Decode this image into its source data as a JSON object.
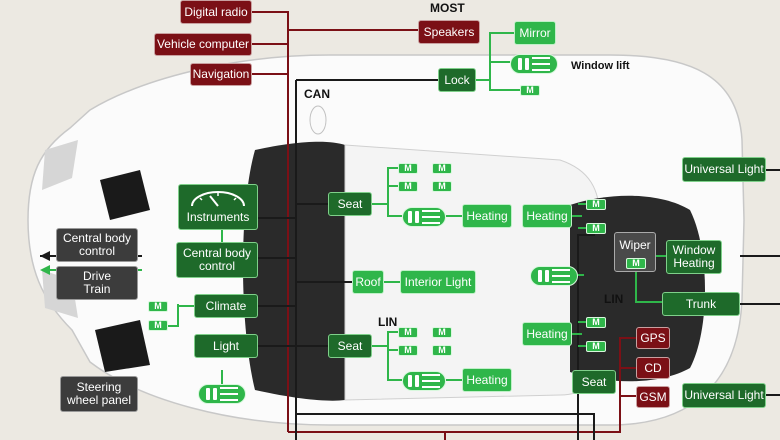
{
  "bus_labels": {
    "most": "MOST",
    "can": "CAN",
    "lin_front": "LIN",
    "lin_rear": "LIN"
  },
  "red_modules": {
    "digital_radio": "Digital radio",
    "vehicle_computer": "Vehicle computer",
    "navigation": "Navigation",
    "speakers": "Speakers",
    "gps": "GPS",
    "cd": "CD",
    "gsm": "GSM"
  },
  "dark_modules": {
    "lock": "Lock",
    "mirror": "Mirror",
    "universal_light_top": "Universal Light",
    "instruments": "Instruments",
    "central_body_control": "Central body\ncontrol",
    "seat_front": "Seat",
    "seat_rear": "Seat",
    "roof": "Roof",
    "seat_bottom": "Seat",
    "window_heating": "Window\nHeating",
    "trunk": "Trunk",
    "universal_light_bottom": "Universal Light",
    "climate": "Climate",
    "light": "Light"
  },
  "light_modules": {
    "heating_front_top": "Heating",
    "interior_light": "Interior Light",
    "heating_front_bottom": "Heating",
    "heating_rear_top": "Heating",
    "heating_rear_bottom": "Heating"
  },
  "external": {
    "central_body_control": "Central body\ncontrol",
    "drive_train": "Drive\nTrain",
    "steering_wheel_panel": "Steering\nwheel panel"
  },
  "wiper": {
    "label": "Wiper"
  },
  "annotations": {
    "window_lift": "Window lift"
  },
  "motor_label": "M",
  "colors": {
    "bg": "#ece9e2",
    "red": "#7b1016",
    "dark_green": "#1e6a2a",
    "light_green": "#2fb64a",
    "gray": "#3c3c3c",
    "most_wire": "#7b1016",
    "can_wire": "#1a1a1a",
    "lin_wire": "#2fb64a"
  }
}
